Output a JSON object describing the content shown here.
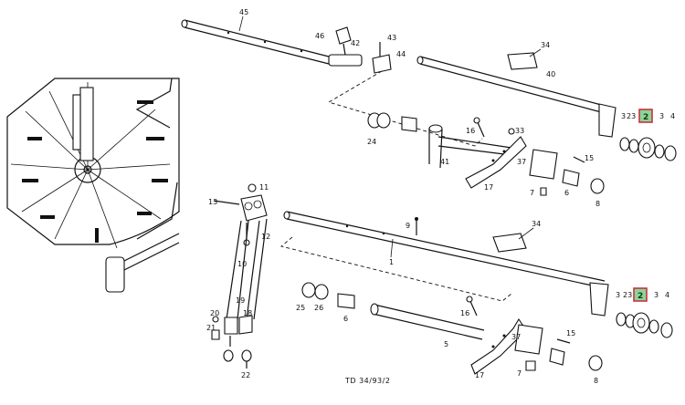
{
  "drawing_code": "TD 34/93/2",
  "highlight": {
    "fill": "#8fd39a",
    "border": "#c8323c"
  },
  "labels": {
    "l45": "45",
    "l46": "46",
    "l42": "42",
    "l43": "43",
    "l44": "44",
    "l34a": "34",
    "l40": "40",
    "l24": "24",
    "l16a": "16",
    "l33": "33",
    "l41": "41",
    "l37a": "37",
    "l15a": "15",
    "l17a": "17",
    "l7a": "7",
    "l6a": "6",
    "l8a": "8",
    "l3a": "3",
    "l23a": "23",
    "l2a": "2",
    "l3b": "3",
    "l4a": "4",
    "l13": "13",
    "l9": "9",
    "l34b": "34",
    "l1": "1",
    "l25": "25",
    "l26": "26",
    "l6b": "6",
    "l16b": "16",
    "l5": "5",
    "l17b": "17",
    "l37b": "37",
    "l15b": "15",
    "l7b": "7",
    "l8b": "8",
    "l3c": "3",
    "l23b": "23",
    "l2b": "2",
    "l3d": "3",
    "l4b": "4",
    "l20": "20",
    "l21": "21",
    "l22": "22",
    "l19": "19",
    "l18": "18",
    "l10": "10",
    "l11": "11",
    "l12": "12"
  }
}
